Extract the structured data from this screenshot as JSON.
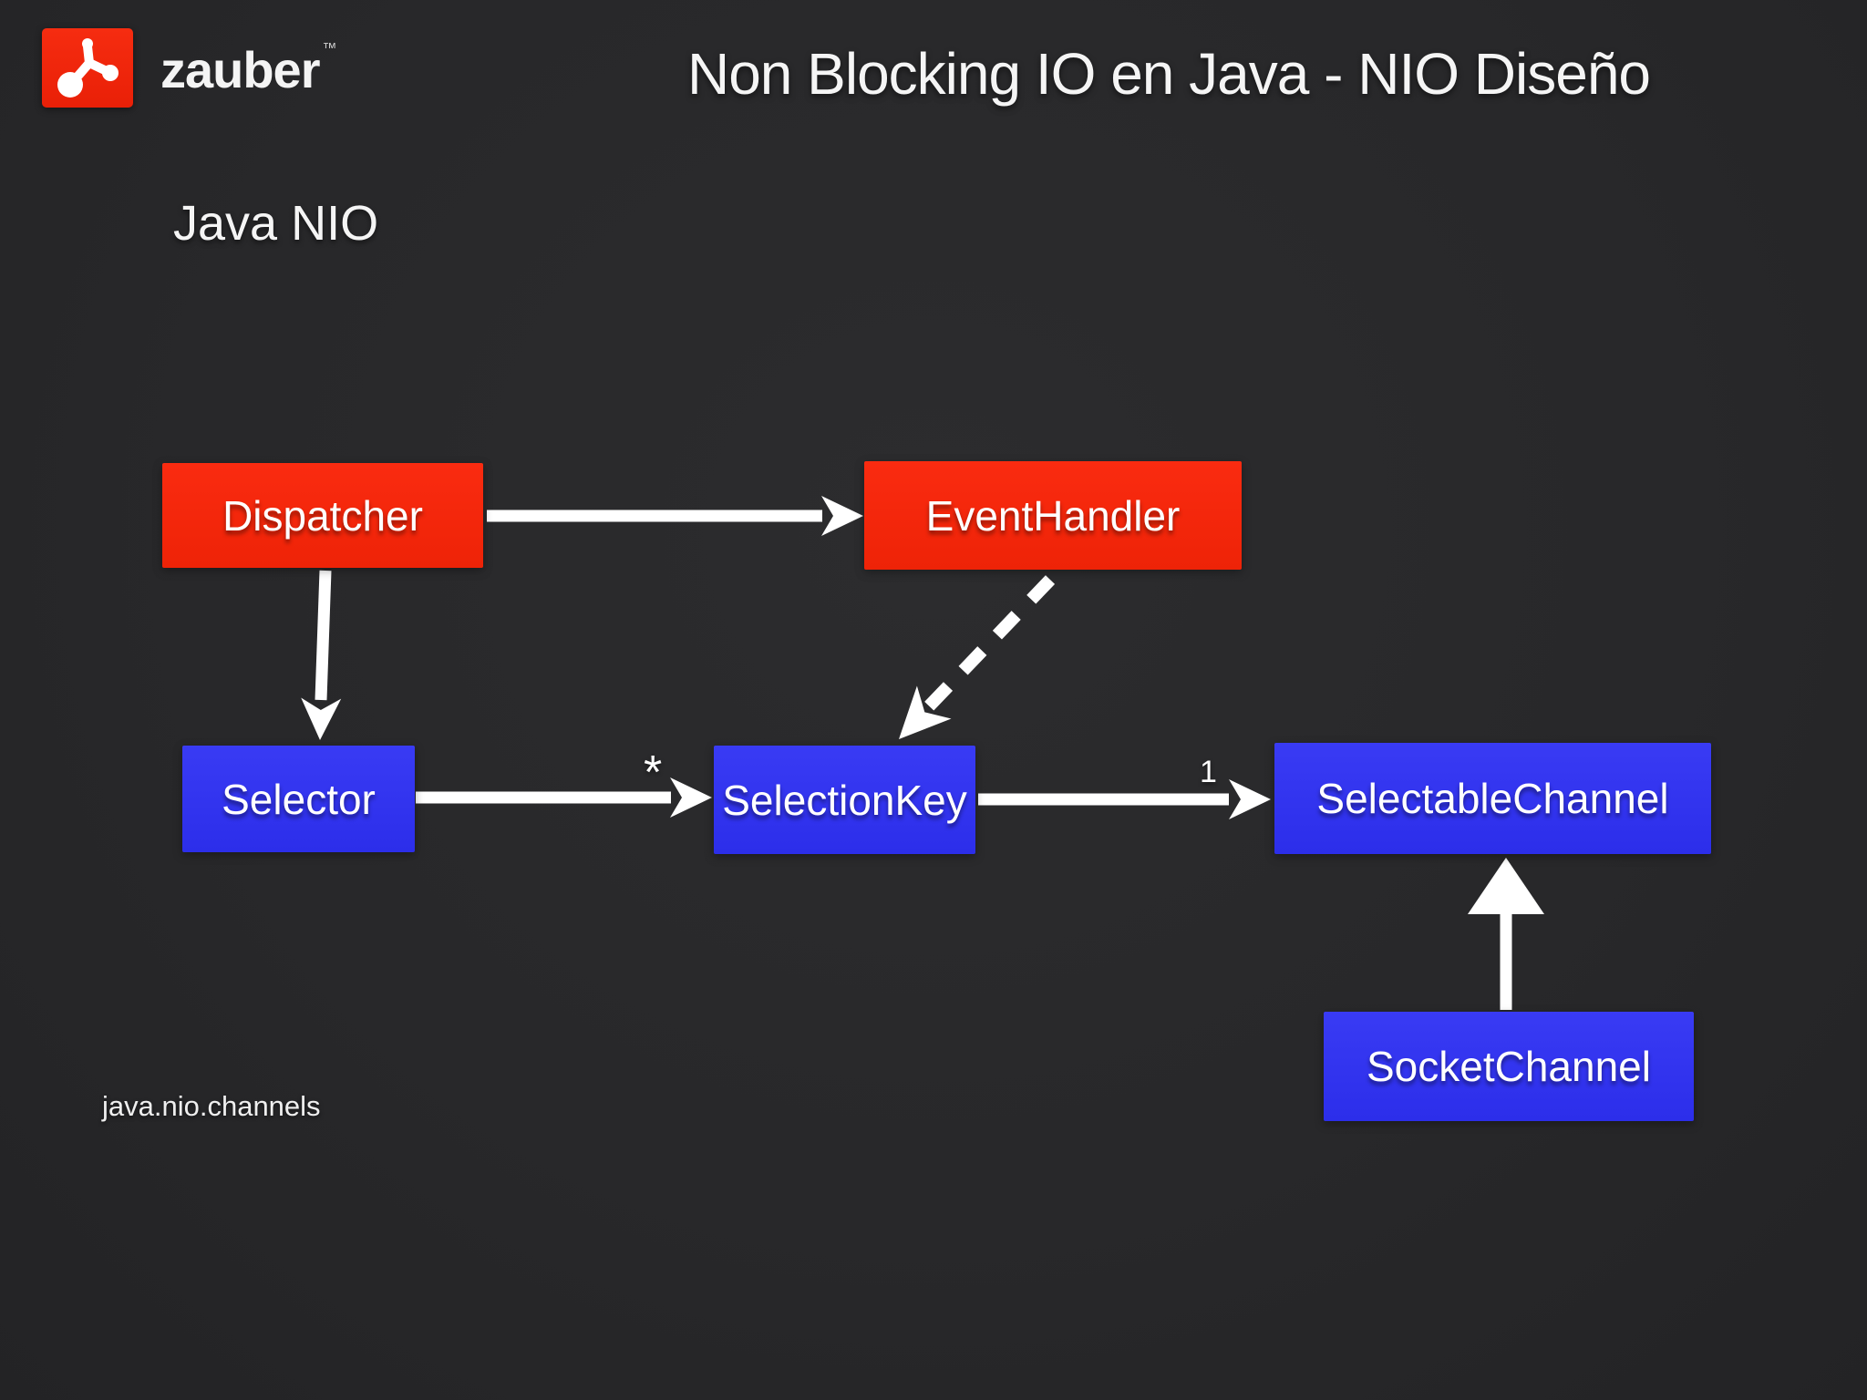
{
  "slide": {
    "title": "Non Blocking IO en Java - NIO Diseño",
    "subtitle": "Java NIO",
    "footer": "java.nio.channels",
    "brand": {
      "name": "zauber",
      "trademark": "™",
      "logo_icon": "molecule-icon"
    }
  },
  "colors": {
    "background": "#28282a",
    "node_red": "#f5250c",
    "node_blue": "#3133f0",
    "arrow_white": "#ffffff",
    "text_white": "#ffffff"
  },
  "diagram": {
    "nodes": [
      {
        "id": "dispatcher",
        "label": "Dispatcher",
        "color": "red"
      },
      {
        "id": "event-handler",
        "label": "EventHandler",
        "color": "red"
      },
      {
        "id": "selector",
        "label": "Selector",
        "color": "blue"
      },
      {
        "id": "selection-key",
        "label": "SelectionKey",
        "color": "blue"
      },
      {
        "id": "selectable-channel",
        "label": "SelectableChannel",
        "color": "blue"
      },
      {
        "id": "socket-channel",
        "label": "SocketChannel",
        "color": "blue"
      }
    ],
    "edges": [
      {
        "from": "Dispatcher",
        "to": "EventHandler",
        "style": "solid-arrow",
        "label": ""
      },
      {
        "from": "Dispatcher",
        "to": "Selector",
        "style": "solid-arrow",
        "label": ""
      },
      {
        "from": "EventHandler",
        "to": "SelectionKey",
        "style": "dashed-arrow",
        "label": ""
      },
      {
        "from": "Selector",
        "to": "SelectionKey",
        "style": "solid-arrow",
        "label": "*"
      },
      {
        "from": "SelectionKey",
        "to": "SelectableChannel",
        "style": "solid-arrow",
        "label": "1"
      },
      {
        "from": "SocketChannel",
        "to": "SelectableChannel",
        "style": "inheritance-triangle",
        "label": ""
      }
    ]
  }
}
